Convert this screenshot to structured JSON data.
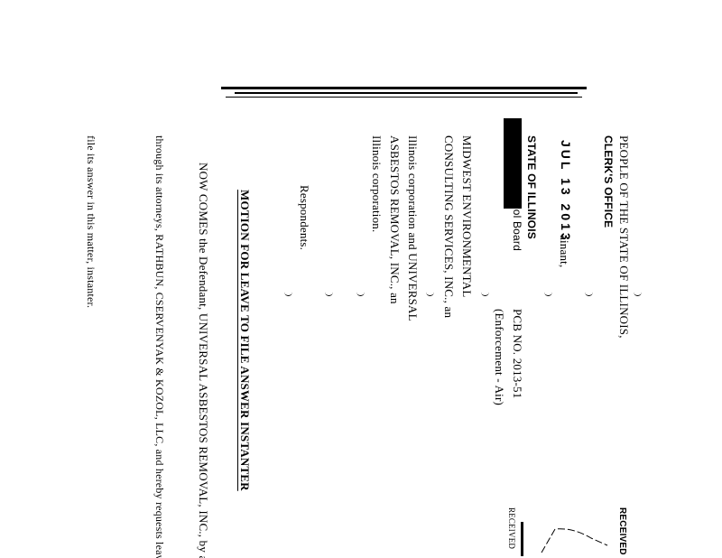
{
  "caption": {
    "people": "PEOPLE OF THE STATE OF ILLINOIS,",
    "clerks_office": "CLERK'S OFFICE",
    "date": "JUL 13 2013",
    "complainant": "ainant,",
    "state": "STATE OF ILLINOIS",
    "board": "Pollution Control Board",
    "respondent_lines": [
      "MIDWEST ENVIRONMENTAL",
      "CONSULTING SERVICES, INC., an",
      "Illinois corporation and UNIVERSAL",
      "ASBESTOS REMOVAL, INC., an",
      "Illinois corporation."
    ],
    "respondents": "Respondents.",
    "case_no": "PCB NO. 2013-51",
    "case_type": "(Enforcement - Air)"
  },
  "title": "MOTION FOR LEAVE TO FILE ANSWER INSTANTER",
  "body": [
    "NOW COMES the Defendant, UNIVERSAL ASBESTOS REMOVAL, INC., by and",
    "through its attorneys, RATHBUN, CSERVENYAK & KOZOL, LLC, and hereby requests leave to",
    "file its answer in this matter, instanter."
  ],
  "stamp": "RECEIVED"
}
